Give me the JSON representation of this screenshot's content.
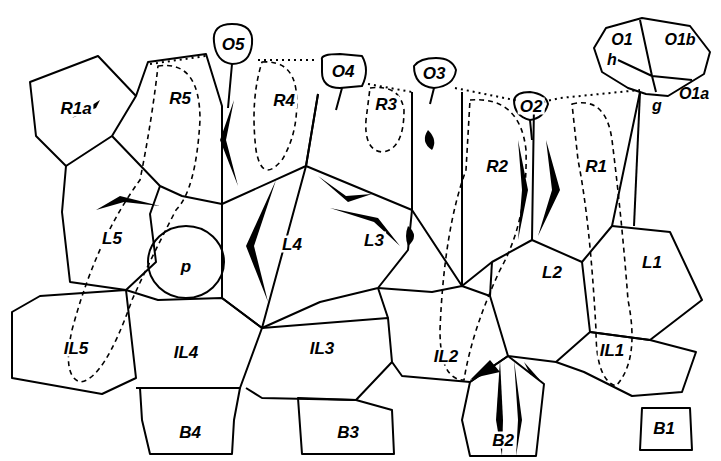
{
  "diagram": {
    "labels": [
      "O5",
      "O4",
      "O3",
      "O2",
      "O1",
      "O1b",
      "h",
      "O1a",
      "g",
      "R1a",
      "R5",
      "R4",
      "R3",
      "R2",
      "R1",
      "L5",
      "p",
      "L4",
      "L3",
      "L2",
      "L1",
      "IL5",
      "IL4",
      "IL3",
      "IL2",
      "IL1",
      "B4",
      "B3",
      "B2",
      "B1"
    ]
  }
}
